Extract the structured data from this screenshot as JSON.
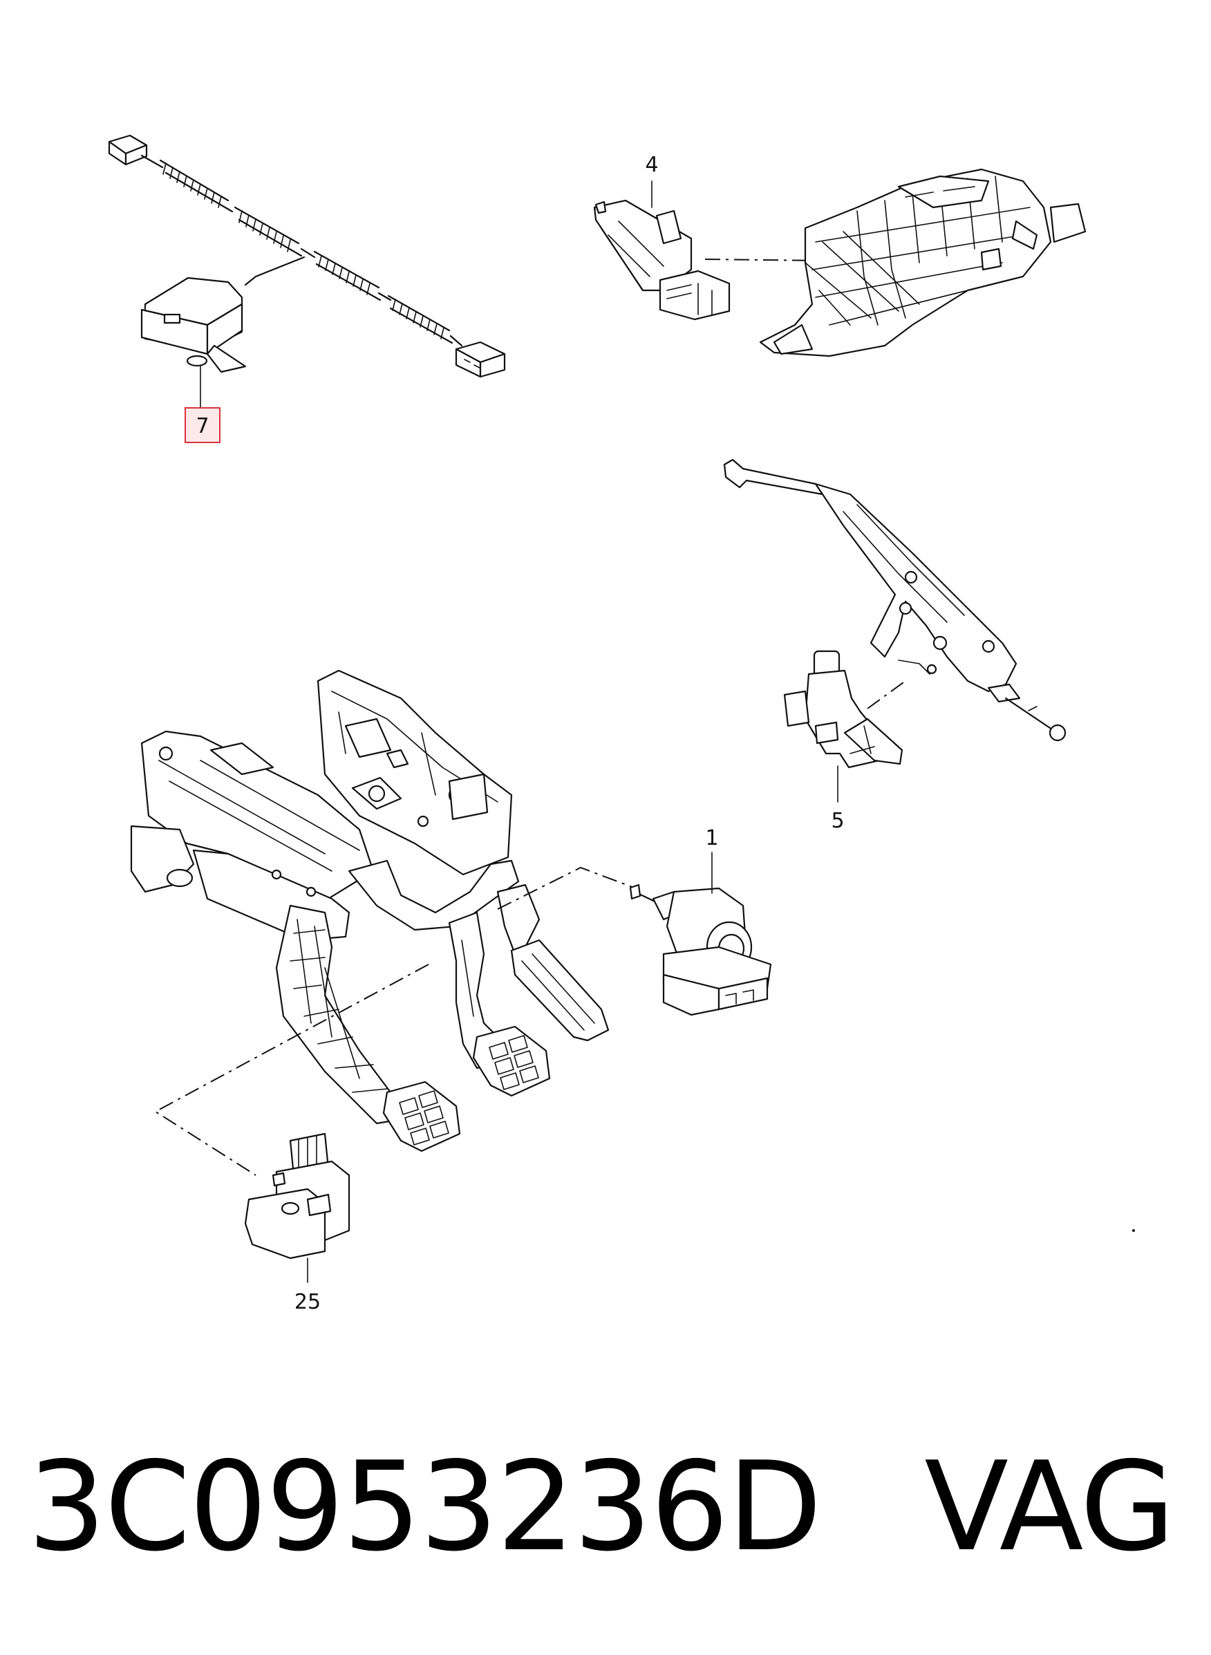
{
  "callouts": {
    "c7": "7",
    "c4": "4",
    "c5": "5",
    "c1": "1",
    "c25": "25"
  },
  "highlight_color": "#d9343c",
  "footer": {
    "part_number": "3C0953236D",
    "brand": "VAG"
  }
}
